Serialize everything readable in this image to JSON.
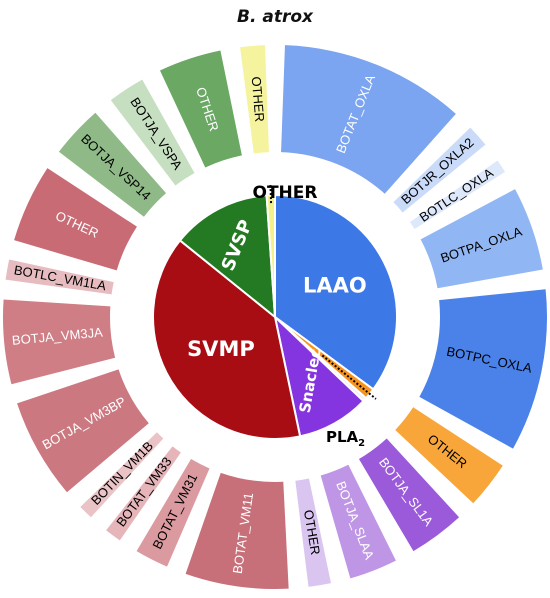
{
  "chart_data": {
    "type": "pie",
    "title": "B. atrox",
    "inner_ring": [
      {
        "label": "LAAO",
        "value": 35.1,
        "color": "#3c78e6",
        "text_color": "#ffffff"
      },
      {
        "label": "PLA",
        "subscript": "2",
        "value": 1.5,
        "color": "#f79420",
        "text_color": "#000000"
      },
      {
        "label": "",
        "value": 0.5,
        "color": "#f0f0f0",
        "text_color": "#000000"
      },
      {
        "label": "Snaclec",
        "value": 9.6,
        "color": "#8535e0",
        "text_color": "#ffffff"
      },
      {
        "label": "SVMP",
        "value": 39.1,
        "color": "#a80d14",
        "text_color": "#ffffff"
      },
      {
        "label": "SVSP",
        "value": 13.1,
        "color": "#237a22",
        "text_color": "#ffffff"
      },
      {
        "label": "OTHER",
        "value": 1.1,
        "color": "#f4f18a",
        "text_color": "#000000"
      }
    ],
    "outer_ring": [
      {
        "label": "BOTAT_OXLA",
        "value": 16.5,
        "color": "#7ba4f1",
        "text_color": "#ffffff",
        "group": "LAAO"
      },
      {
        "label": "BOTJR_OXLA2",
        "value": 2.0,
        "color": "#c9dbf8",
        "text_color": "#000000",
        "group": "LAAO"
      },
      {
        "label": "BOTLC_OXLA",
        "value": 1.2,
        "color": "#dde8fb",
        "text_color": "#000000",
        "group": "LAAO"
      },
      {
        "label": "BOTPA_OXLA",
        "value": 7.5,
        "color": "#91b6f4",
        "text_color": "#000000",
        "group": "LAAO"
      },
      {
        "label": "BOTPC_OXLA",
        "value": 14.5,
        "color": "#4a82ea",
        "text_color": "#000000",
        "group": "LAAO"
      },
      {
        "label": "OTHER",
        "value": 4.2,
        "color": "#f8a63a",
        "text_color": "#000000",
        "group": "PLA2"
      },
      {
        "label": "BOTJA_SL1A",
        "value": 5.0,
        "color": "#9a5ada",
        "text_color": "#ffffff",
        "group": "Snaclec"
      },
      {
        "label": "BOTJA_SLAA",
        "value": 4.3,
        "color": "#bf96e6",
        "text_color": "#ffffff",
        "group": "Snaclec"
      },
      {
        "label": "OTHER",
        "value": 2.0,
        "color": "#d9c5f0",
        "text_color": "#000000",
        "group": "Snaclec"
      },
      {
        "label": "BOTAT_VM11",
        "value": 9.2,
        "color": "#c8707a",
        "text_color": "#ffffff",
        "group": "SVMP"
      },
      {
        "label": "BOTAT_VM31",
        "value": 3.0,
        "color": "#da9aa0",
        "text_color": "#000000",
        "group": "SVMP"
      },
      {
        "label": "BOTAT_VM33",
        "value": 1.5,
        "color": "#e5b5ba",
        "text_color": "#000000",
        "group": "SVMP"
      },
      {
        "label": "BOTIN_VM1B",
        "value": 1.3,
        "color": "#eac3c7",
        "text_color": "#000000",
        "group": "SVMP"
      },
      {
        "label": "BOTJA_VM3BP",
        "value": 9.0,
        "color": "#cc7880",
        "text_color": "#ffffff",
        "group": "SVMP"
      },
      {
        "label": "BOTJA_VM3JA",
        "value": 7.5,
        "color": "#cf7e86",
        "text_color": "#ffffff",
        "group": "SVMP"
      },
      {
        "label": "BOTLC_VM1LA",
        "value": 1.8,
        "color": "#e6bcc0",
        "text_color": "#000000",
        "group": "SVMP"
      },
      {
        "label": "OTHER",
        "value": 7.0,
        "color": "#c96b75",
        "text_color": "#ffffff",
        "group": "SVMP"
      },
      {
        "label": "BOTJA_VSP14",
        "value": 4.7,
        "color": "#8fba88",
        "text_color": "#000000",
        "group": "SVSP"
      },
      {
        "label": "BOTJA_VSPA",
        "value": 3.3,
        "color": "#c6dfc1",
        "text_color": "#000000",
        "group": "SVSP"
      },
      {
        "label": "OTHER",
        "value": 5.6,
        "color": "#6aa864",
        "text_color": "#ffffff",
        "group": "SVSP"
      },
      {
        "label": "OTHER",
        "value": 2.2,
        "color": "#f5f39e",
        "text_color": "#000000",
        "group": "OTHER"
      }
    ]
  }
}
